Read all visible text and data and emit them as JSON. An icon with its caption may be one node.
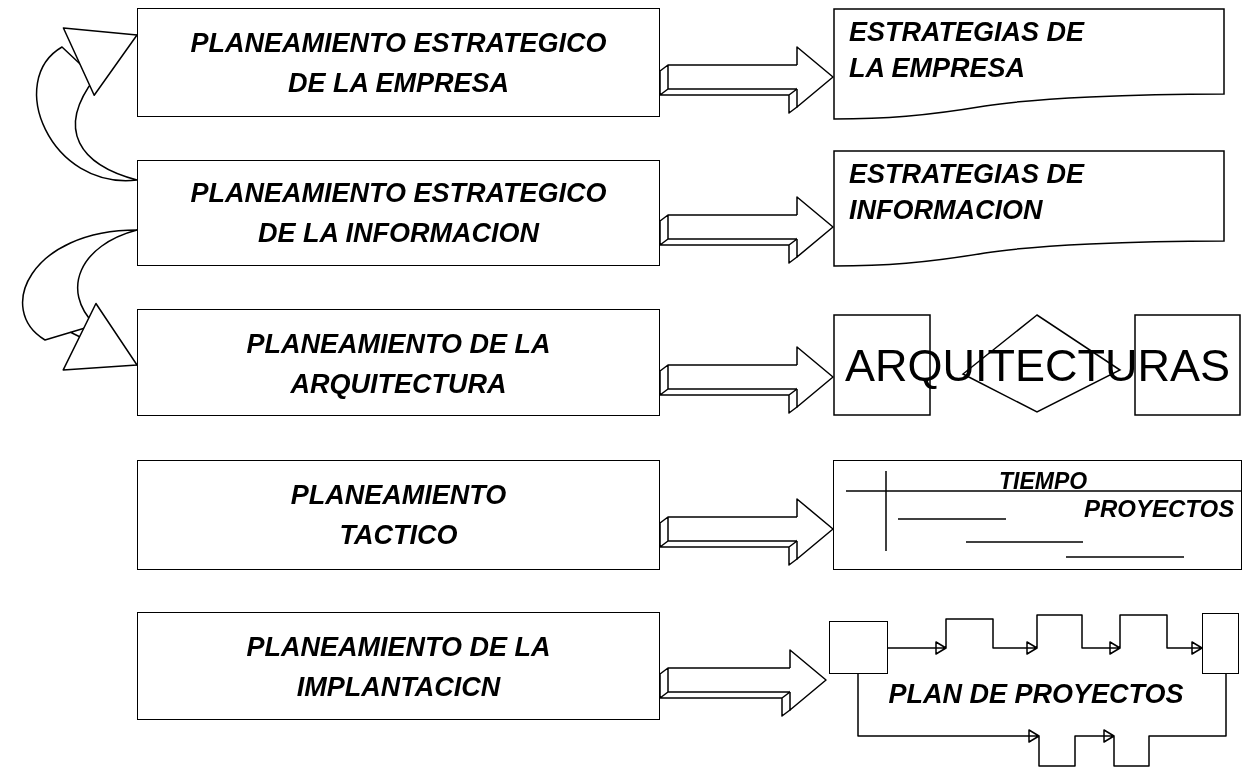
{
  "diagram": {
    "nodes": [
      {
        "text": [
          "PLANEAMIENTO ESTRATEGICO DE LA EMPRESA"
        ]
      },
      {
        "text": [
          "ESTRATEGIAS DE LA EMPRESA"
        ]
      },
      {
        "text": [
          "PLANEAMIENTO ESTRATEGICO DE LA INFORMACION"
        ]
      },
      {
        "text": [
          "ESTRATEGIAS DE INFORMACION"
        ]
      },
      {
        "text": [
          "PLANEAMIENTO DE LA ARQUITECTURA"
        ]
      },
      {
        "text": [
          "ARQUITECTURAS"
        ]
      },
      {
        "text": [
          "PLANEAMIENTO TACTICO"
        ]
      },
      {
        "text": [
          "TIEMPO",
          "PROYECTOS"
        ]
      },
      {
        "text": [
          "PLANEAMIENTO DE LA IMPLANTACICN"
        ]
      },
      {
        "text": [
          "PLAN DE PROYECTOS"
        ]
      },
      {
        "text": [],
        "shape": "box",
        "in": 9
      },
      {
        "text": [],
        "shape": "box",
        "in": 9
      }
    ],
    "edges": [
      {
        "from": 0,
        "to": 1,
        "arrow": "to"
      },
      {
        "from": 2,
        "to": 3,
        "arrow": "to"
      },
      {
        "from": 4,
        "to": 5,
        "arrow": "to"
      },
      {
        "from": 6,
        "to": 7,
        "arrow": "to"
      },
      {
        "from": 8,
        "to": 9,
        "arrow": "to"
      },
      {
        "from": 2,
        "to": 0,
        "arrow": "to"
      },
      {
        "from": 2,
        "to": 4,
        "arrow": "to"
      },
      {
        "from": 10,
        "to": 11,
        "arrow": "to"
      },
      {
        "from": 10,
        "to": 11,
        "arrow": "to"
      }
    ]
  }
}
